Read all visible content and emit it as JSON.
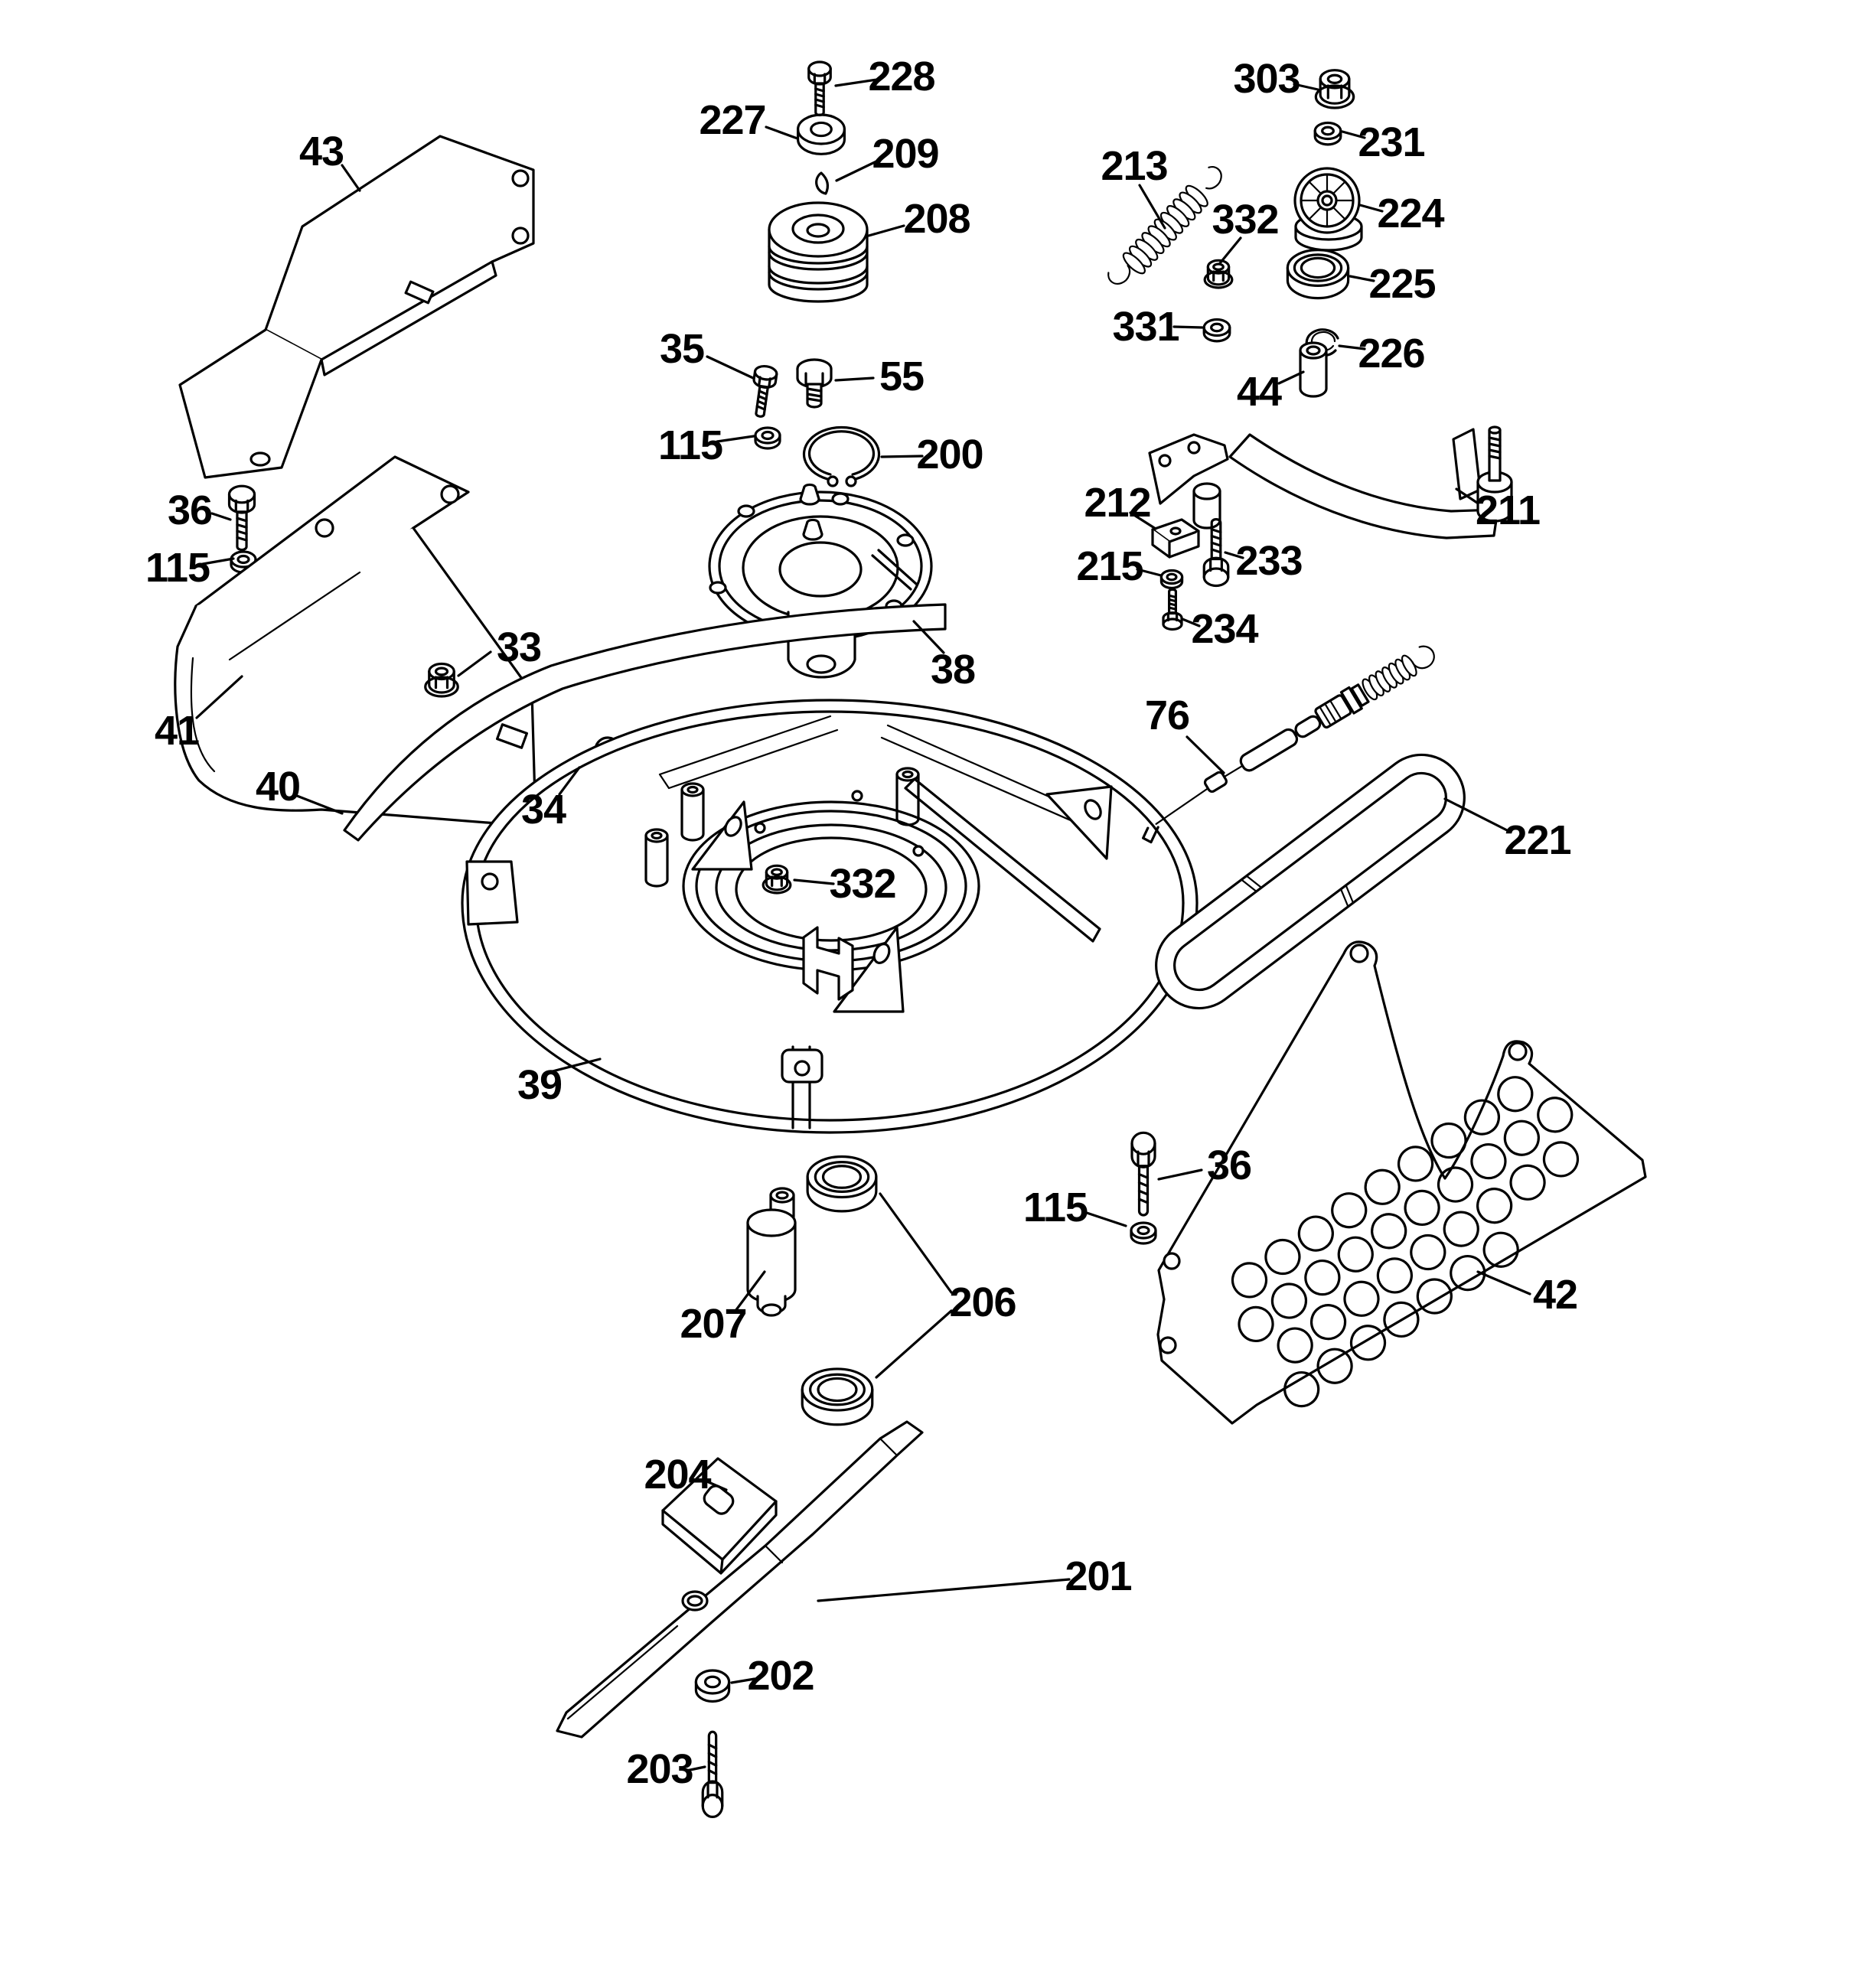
{
  "diagram": {
    "title": "Mower deck exploded parts diagram",
    "style": "black-and-white line art, exploded view with numbered part callouts",
    "background_color": "#ffffff",
    "line_color": "#000000",
    "label_color": "#000000"
  },
  "callouts": [
    {
      "id": "43",
      "label": "43"
    },
    {
      "id": "228",
      "label": "228"
    },
    {
      "id": "227",
      "label": "227"
    },
    {
      "id": "209",
      "label": "209"
    },
    {
      "id": "208",
      "label": "208"
    },
    {
      "id": "303",
      "label": "303"
    },
    {
      "id": "231",
      "label": "231"
    },
    {
      "id": "213",
      "label": "213"
    },
    {
      "id": "224",
      "label": "224"
    },
    {
      "id": "332-upper",
      "label": "332"
    },
    {
      "id": "225",
      "label": "225"
    },
    {
      "id": "331",
      "label": "331"
    },
    {
      "id": "226",
      "label": "226"
    },
    {
      "id": "44",
      "label": "44"
    },
    {
      "id": "35",
      "label": "35"
    },
    {
      "id": "55",
      "label": "55"
    },
    {
      "id": "115-top",
      "label": "115"
    },
    {
      "id": "200",
      "label": "200"
    },
    {
      "id": "36-left",
      "label": "36"
    },
    {
      "id": "115-left",
      "label": "115"
    },
    {
      "id": "33",
      "label": "33"
    },
    {
      "id": "38",
      "label": "38"
    },
    {
      "id": "212",
      "label": "212"
    },
    {
      "id": "211",
      "label": "211"
    },
    {
      "id": "233",
      "label": "233"
    },
    {
      "id": "215",
      "label": "215"
    },
    {
      "id": "234",
      "label": "234"
    },
    {
      "id": "34",
      "label": "34"
    },
    {
      "id": "41",
      "label": "41"
    },
    {
      "id": "40",
      "label": "40"
    },
    {
      "id": "76",
      "label": "76"
    },
    {
      "id": "332-deck",
      "label": "332"
    },
    {
      "id": "221",
      "label": "221"
    },
    {
      "id": "39",
      "label": "39"
    },
    {
      "id": "115-right",
      "label": "115"
    },
    {
      "id": "36-right",
      "label": "36"
    },
    {
      "id": "42",
      "label": "42"
    },
    {
      "id": "207",
      "label": "207"
    },
    {
      "id": "206",
      "label": "206"
    },
    {
      "id": "204",
      "label": "204"
    },
    {
      "id": "201",
      "label": "201"
    },
    {
      "id": "202",
      "label": "202"
    },
    {
      "id": "203",
      "label": "203"
    }
  ]
}
